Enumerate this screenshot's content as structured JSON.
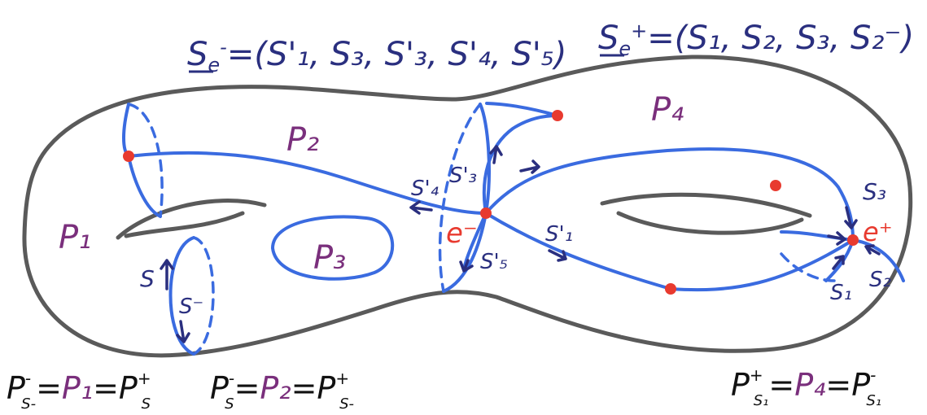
{
  "sets": {
    "se_minus": {
      "lhs": "S",
      "lhs_sub": "e",
      "lhs_sup": "-",
      "rhs": "=(S'₁, S₃, S'₃, S'₄, S'₅)"
    },
    "se_plus": {
      "lhs": "S",
      "lhs_sub": "e",
      "lhs_sup": "+",
      "rhs": "=(S₁, S₂, S₃, S₂⁻)"
    }
  },
  "regions": {
    "p1": "P₁",
    "p2": "P₂",
    "p3": "P₃",
    "p4": "P₄"
  },
  "vertices": {
    "e_minus": "e⁻",
    "e_plus": "e⁺"
  },
  "edge_labels": {
    "s1p_a": "S'₁",
    "s3p": "S'₃",
    "s4p": "S'₄",
    "s5p": "S'₅",
    "s3": "S₃",
    "s1": "S₁",
    "s2": "S₂",
    "s_left": "S",
    "s_minus": "S⁻"
  },
  "equations": {
    "eq1": {
      "a": "P",
      "a_sup": "-",
      "a_sub": "S-",
      "m1": "=",
      "mid": "P₁",
      "m2": "=",
      "b": "P",
      "b_sup": "+",
      "b_sub": "S"
    },
    "eq2": {
      "a": "P",
      "a_sup": "-",
      "a_sub": "S",
      "m1": "=",
      "mid": "P₂",
      "m2": "=",
      "b": "P",
      "b_sup": "+",
      "b_sub": "S-"
    },
    "eq3": {
      "a": "P",
      "a_sup": "+",
      "a_sub": "S₁",
      "m1": "=",
      "mid": "P₄",
      "m2": "=",
      "b": "P",
      "b_sup": "-",
      "b_sub": "S₁"
    }
  },
  "colors": {
    "surface": "#5a5a5a",
    "path_blue": "#3a6be0",
    "label_navy": "#2a2f7f",
    "region_purple": "#7a2f7c",
    "vertex_red": "#e83a2f"
  }
}
